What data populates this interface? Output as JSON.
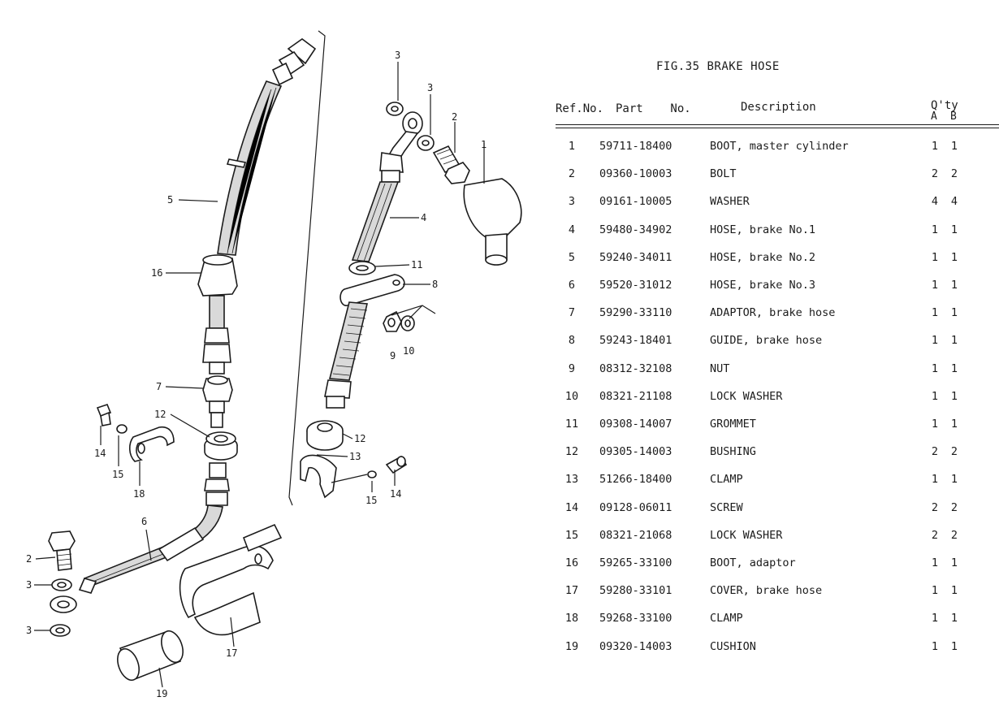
{
  "figure": {
    "title": "FIG.35  BRAKE HOSE"
  },
  "table": {
    "headers": {
      "ref_no": "Ref.No.",
      "part_no": "Part    No.",
      "description": "Description",
      "qty": "Q'ty",
      "qty_a": "A",
      "qty_b": "B"
    },
    "rows": [
      {
        "ref": "1",
        "part": "59711-18400",
        "desc": "BOOT, master cylinder",
        "a": "1",
        "b": "1"
      },
      {
        "ref": "2",
        "part": "09360-10003",
        "desc": "BOLT",
        "a": "2",
        "b": "2"
      },
      {
        "ref": "3",
        "part": "09161-10005",
        "desc": "WASHER",
        "a": "4",
        "b": "4"
      },
      {
        "ref": "4",
        "part": "59480-34902",
        "desc": "HOSE, brake No.1",
        "a": "1",
        "b": "1"
      },
      {
        "ref": "5",
        "part": "59240-34011",
        "desc": "HOSE, brake No.2",
        "a": "1",
        "b": "1"
      },
      {
        "ref": "6",
        "part": "59520-31012",
        "desc": "HOSE, brake No.3",
        "a": "1",
        "b": "1"
      },
      {
        "ref": "7",
        "part": "59290-33110",
        "desc": "ADAPTOR, brake hose",
        "a": "1",
        "b": "1"
      },
      {
        "ref": "8",
        "part": "59243-18401",
        "desc": "GUIDE, brake hose",
        "a": "1",
        "b": "1"
      },
      {
        "ref": "9",
        "part": "08312-32108",
        "desc": "NUT",
        "a": "1",
        "b": "1"
      },
      {
        "ref": "10",
        "part": "08321-21108",
        "desc": "LOCK WASHER",
        "a": "1",
        "b": "1"
      },
      {
        "ref": "11",
        "part": "09308-14007",
        "desc": "GROMMET",
        "a": "1",
        "b": "1"
      },
      {
        "ref": "12",
        "part": "09305-14003",
        "desc": "BUSHING",
        "a": "2",
        "b": "2"
      },
      {
        "ref": "13",
        "part": "51266-18400",
        "desc": "CLAMP",
        "a": "1",
        "b": "1"
      },
      {
        "ref": "14",
        "part": "09128-06011",
        "desc": "SCREW",
        "a": "2",
        "b": "2"
      },
      {
        "ref": "15",
        "part": "08321-21068",
        "desc": "LOCK WASHER",
        "a": "2",
        "b": "2"
      },
      {
        "ref": "16",
        "part": "59265-33100",
        "desc": "BOOT, adaptor",
        "a": "1",
        "b": "1"
      },
      {
        "ref": "17",
        "part": "59280-33101",
        "desc": "COVER, brake hose",
        "a": "1",
        "b": "1"
      },
      {
        "ref": "18",
        "part": "59268-33100",
        "desc": "CLAMP",
        "a": "1",
        "b": "1"
      },
      {
        "ref": "19",
        "part": "09320-14003",
        "desc": "CUSHION",
        "a": "1",
        "b": "1"
      }
    ]
  },
  "diagram": {
    "callouts": {
      "c1": "1",
      "c2a": "2",
      "c2b": "2",
      "c3a": "3",
      "c3b": "3",
      "c3c": "3",
      "c3d": "3",
      "c4": "4",
      "c5": "5",
      "c6": "6",
      "c7": "7",
      "c8": "8",
      "c9": "9",
      "c10": "10",
      "c11": "11",
      "c12a": "12",
      "c12b": "12",
      "c13": "13",
      "c14a": "14",
      "c14b": "14",
      "c15a": "15",
      "c15b": "15",
      "c16": "16",
      "c17": "17",
      "c18": "18",
      "c19": "19"
    }
  }
}
